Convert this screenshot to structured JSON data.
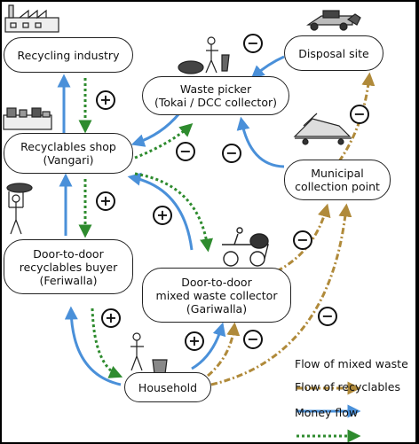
{
  "nodes": {
    "recycling_industry": {
      "line1": "Recycling industry"
    },
    "disposal_site": {
      "line1": "Disposal site"
    },
    "waste_picker": {
      "line1": "Waste picker",
      "line2": "(Tokai / DCC collector)"
    },
    "recyclables_shop": {
      "line1": "Recyclables shop",
      "line2": "(Vangari)"
    },
    "municipal_point": {
      "line1": "Municipal",
      "line2": "collection point"
    },
    "door_buyer": {
      "line1": "Door-to-door",
      "line2": "recyclables buyer",
      "line3": "(Feriwalla)"
    },
    "door_collector": {
      "line1": "Door-to-door",
      "line2": "mixed waste collector",
      "line3": "(Gariwalla)"
    },
    "household": {
      "line1": "Household"
    }
  },
  "signs": {
    "plus": "+",
    "minus": "−"
  },
  "legend": {
    "mixed_waste": "Flow of mixed waste",
    "recyclables": "Flow of recyclables",
    "money": "Money flow"
  },
  "colors": {
    "recyclables": "#4a90d9",
    "mixed_waste": "#b08a3a",
    "money": "#2e8b2e"
  },
  "icons": [
    "factory-icon",
    "truck-icon",
    "waste-picker-icon",
    "shop-icon",
    "garbage-truck-icon",
    "buyer-person-icon",
    "cart-icon",
    "person-with-bin-icon"
  ]
}
